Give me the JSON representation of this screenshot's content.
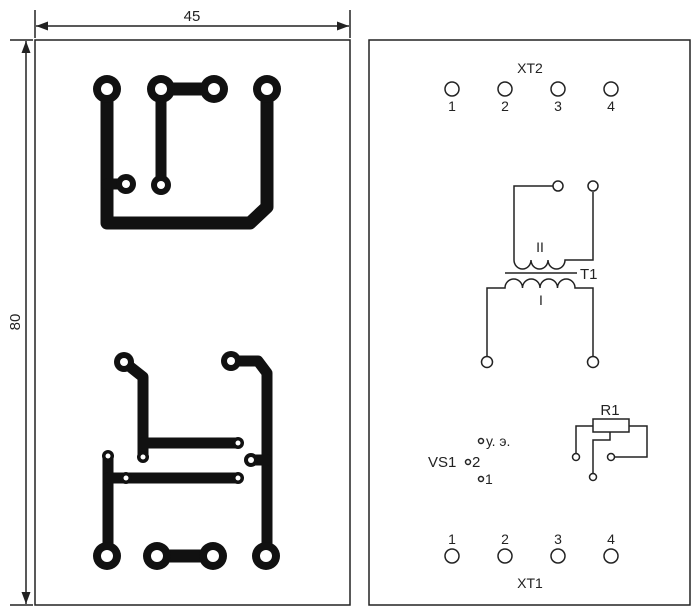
{
  "dimensions": {
    "width_label": "45",
    "height_label": "80"
  },
  "assembly": {
    "connector_top": {
      "name": "XT2",
      "pins": [
        "1",
        "2",
        "3",
        "4"
      ]
    },
    "connector_bottom": {
      "name": "XT1",
      "pins": [
        "1",
        "2",
        "3",
        "4"
      ]
    },
    "transformer": {
      "name": "T1",
      "primary": "I",
      "secondary": "II"
    },
    "resistor": {
      "name": "R1"
    },
    "thyristor": {
      "name": "VS1",
      "pin_control": "у. э.",
      "pin_2": "2",
      "pin_1": "1"
    }
  },
  "colors": {
    "copper": "#111111",
    "line": "#222222"
  }
}
